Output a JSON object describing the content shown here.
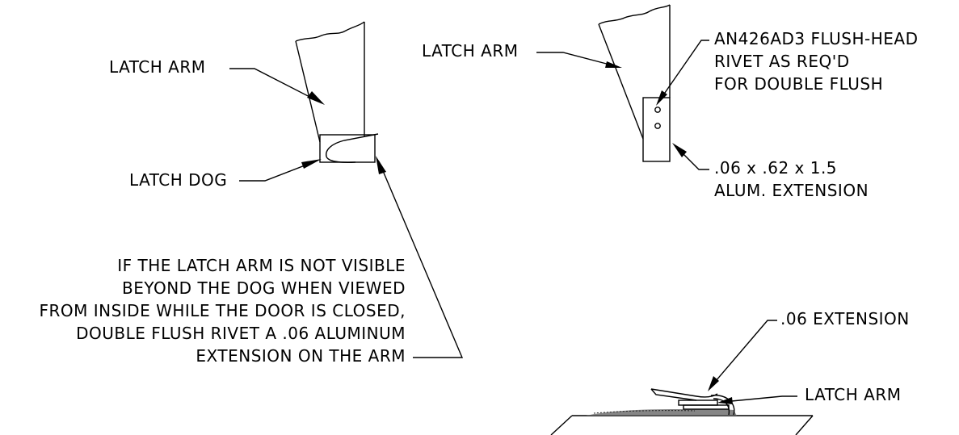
{
  "labels": {
    "latch_arm_left": "LATCH ARM",
    "latch_dog": "LATCH DOG",
    "note_lines": [
      "IF THE LATCH ARM IS NOT VISIBLE",
      "BEYOND THE DOG WHEN VIEWED",
      "FROM INSIDE WHILE THE DOOR IS CLOSED,",
      "DOUBLE FLUSH RIVET A .06 ALUMINUM",
      "EXTENSION ON THE ARM"
    ],
    "latch_arm_right": "LATCH ARM",
    "rivet_lines": [
      "AN426AD3 FLUSH-HEAD",
      "RIVET AS REQ'D",
      "FOR DOUBLE FLUSH"
    ],
    "extension_lines": [
      ".06 x .62 x 1.5",
      "ALUM. EXTENSION"
    ],
    "extension_small": ".06 EXTENSION",
    "latch_arm_bottom": "LATCH ARM"
  }
}
